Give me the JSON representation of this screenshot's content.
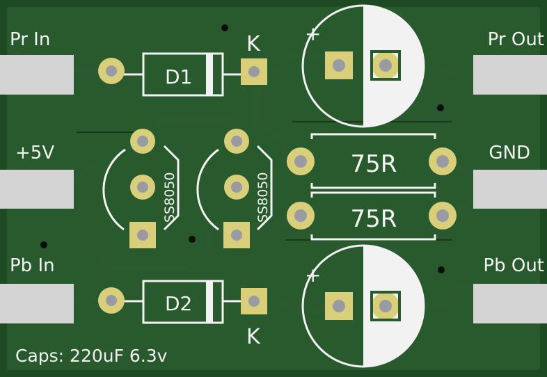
{
  "labels": {
    "pr_in": "Pr In",
    "plus5v": "+5V",
    "pb_in": "Pb In",
    "pr_out": "Pr Out",
    "gnd": "GND",
    "pb_out": "Pb Out",
    "d1": "D1",
    "d2": "D2",
    "k_top": "K",
    "k_bottom": "K",
    "q1": "SS8050",
    "q2": "SS8050",
    "r1": "75R",
    "r2": "75R",
    "cap_plus_top": "+",
    "cap_plus_bottom": "+",
    "caps_note": "Caps: 220uF 6.3v"
  },
  "colors": {
    "board": "#1d4a22",
    "copper_fill": "#285a2d",
    "silkscreen": "#f2f2f2",
    "pad_gold": "#d9cf7a",
    "pad_hole": "#9a9aa2",
    "edge_pad": "#d4d4d4"
  }
}
